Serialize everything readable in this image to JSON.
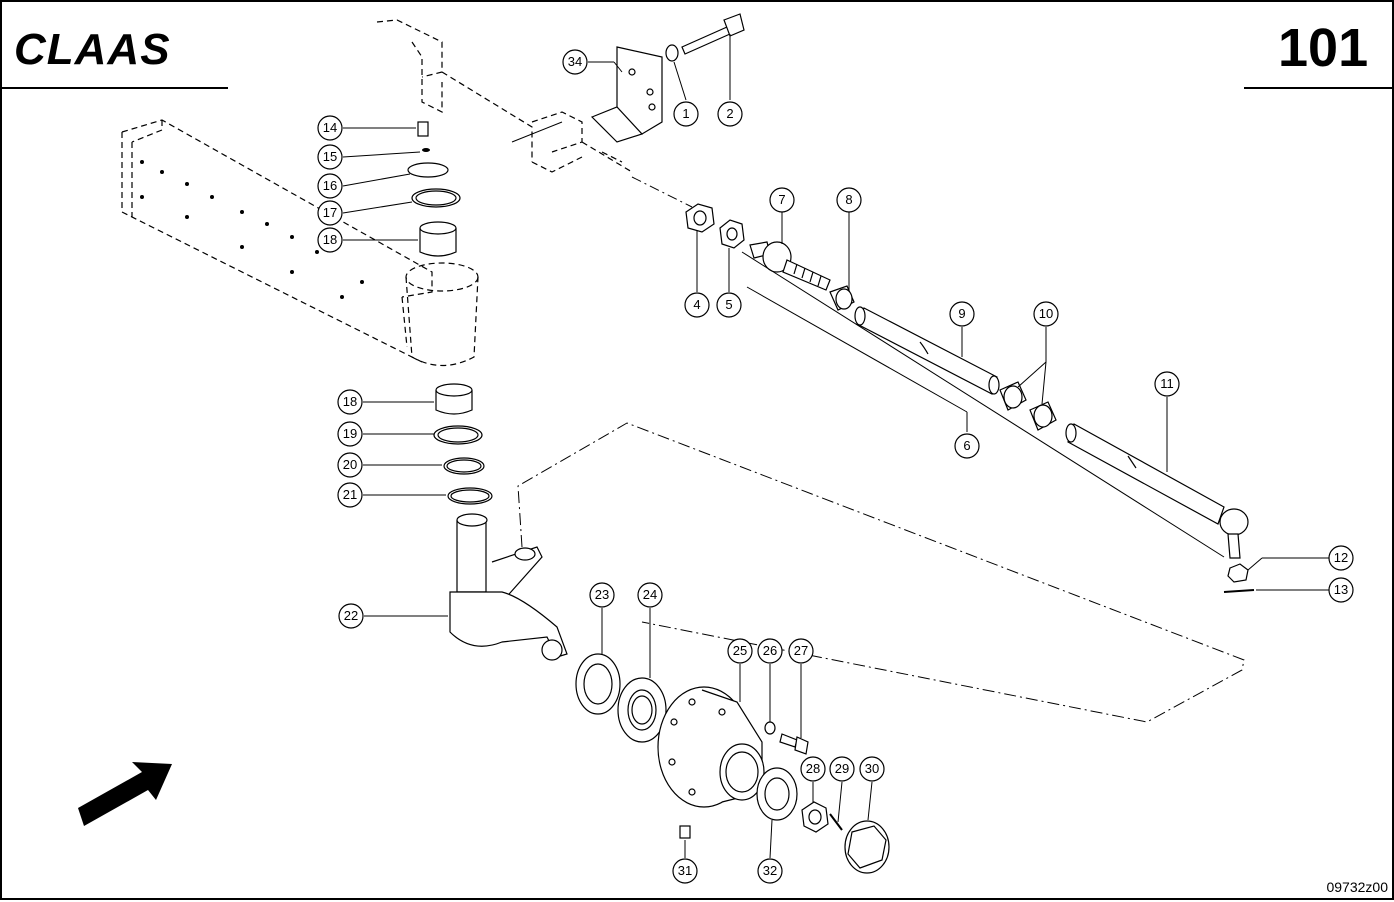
{
  "header": {
    "brand": "CLAAS",
    "page_number": "101"
  },
  "footer": {
    "drawing_code": "09732z00"
  },
  "callouts": [
    "1",
    "2",
    "4",
    "5",
    "6",
    "7",
    "8",
    "9",
    "10",
    "11",
    "12",
    "13",
    "14",
    "15",
    "16",
    "17",
    "18",
    "18",
    "19",
    "20",
    "21",
    "22",
    "23",
    "24",
    "25",
    "26",
    "27",
    "28",
    "29",
    "30",
    "31",
    "32",
    "34"
  ],
  "icons": {
    "direction_arrow": "travel-direction-arrow-icon"
  }
}
